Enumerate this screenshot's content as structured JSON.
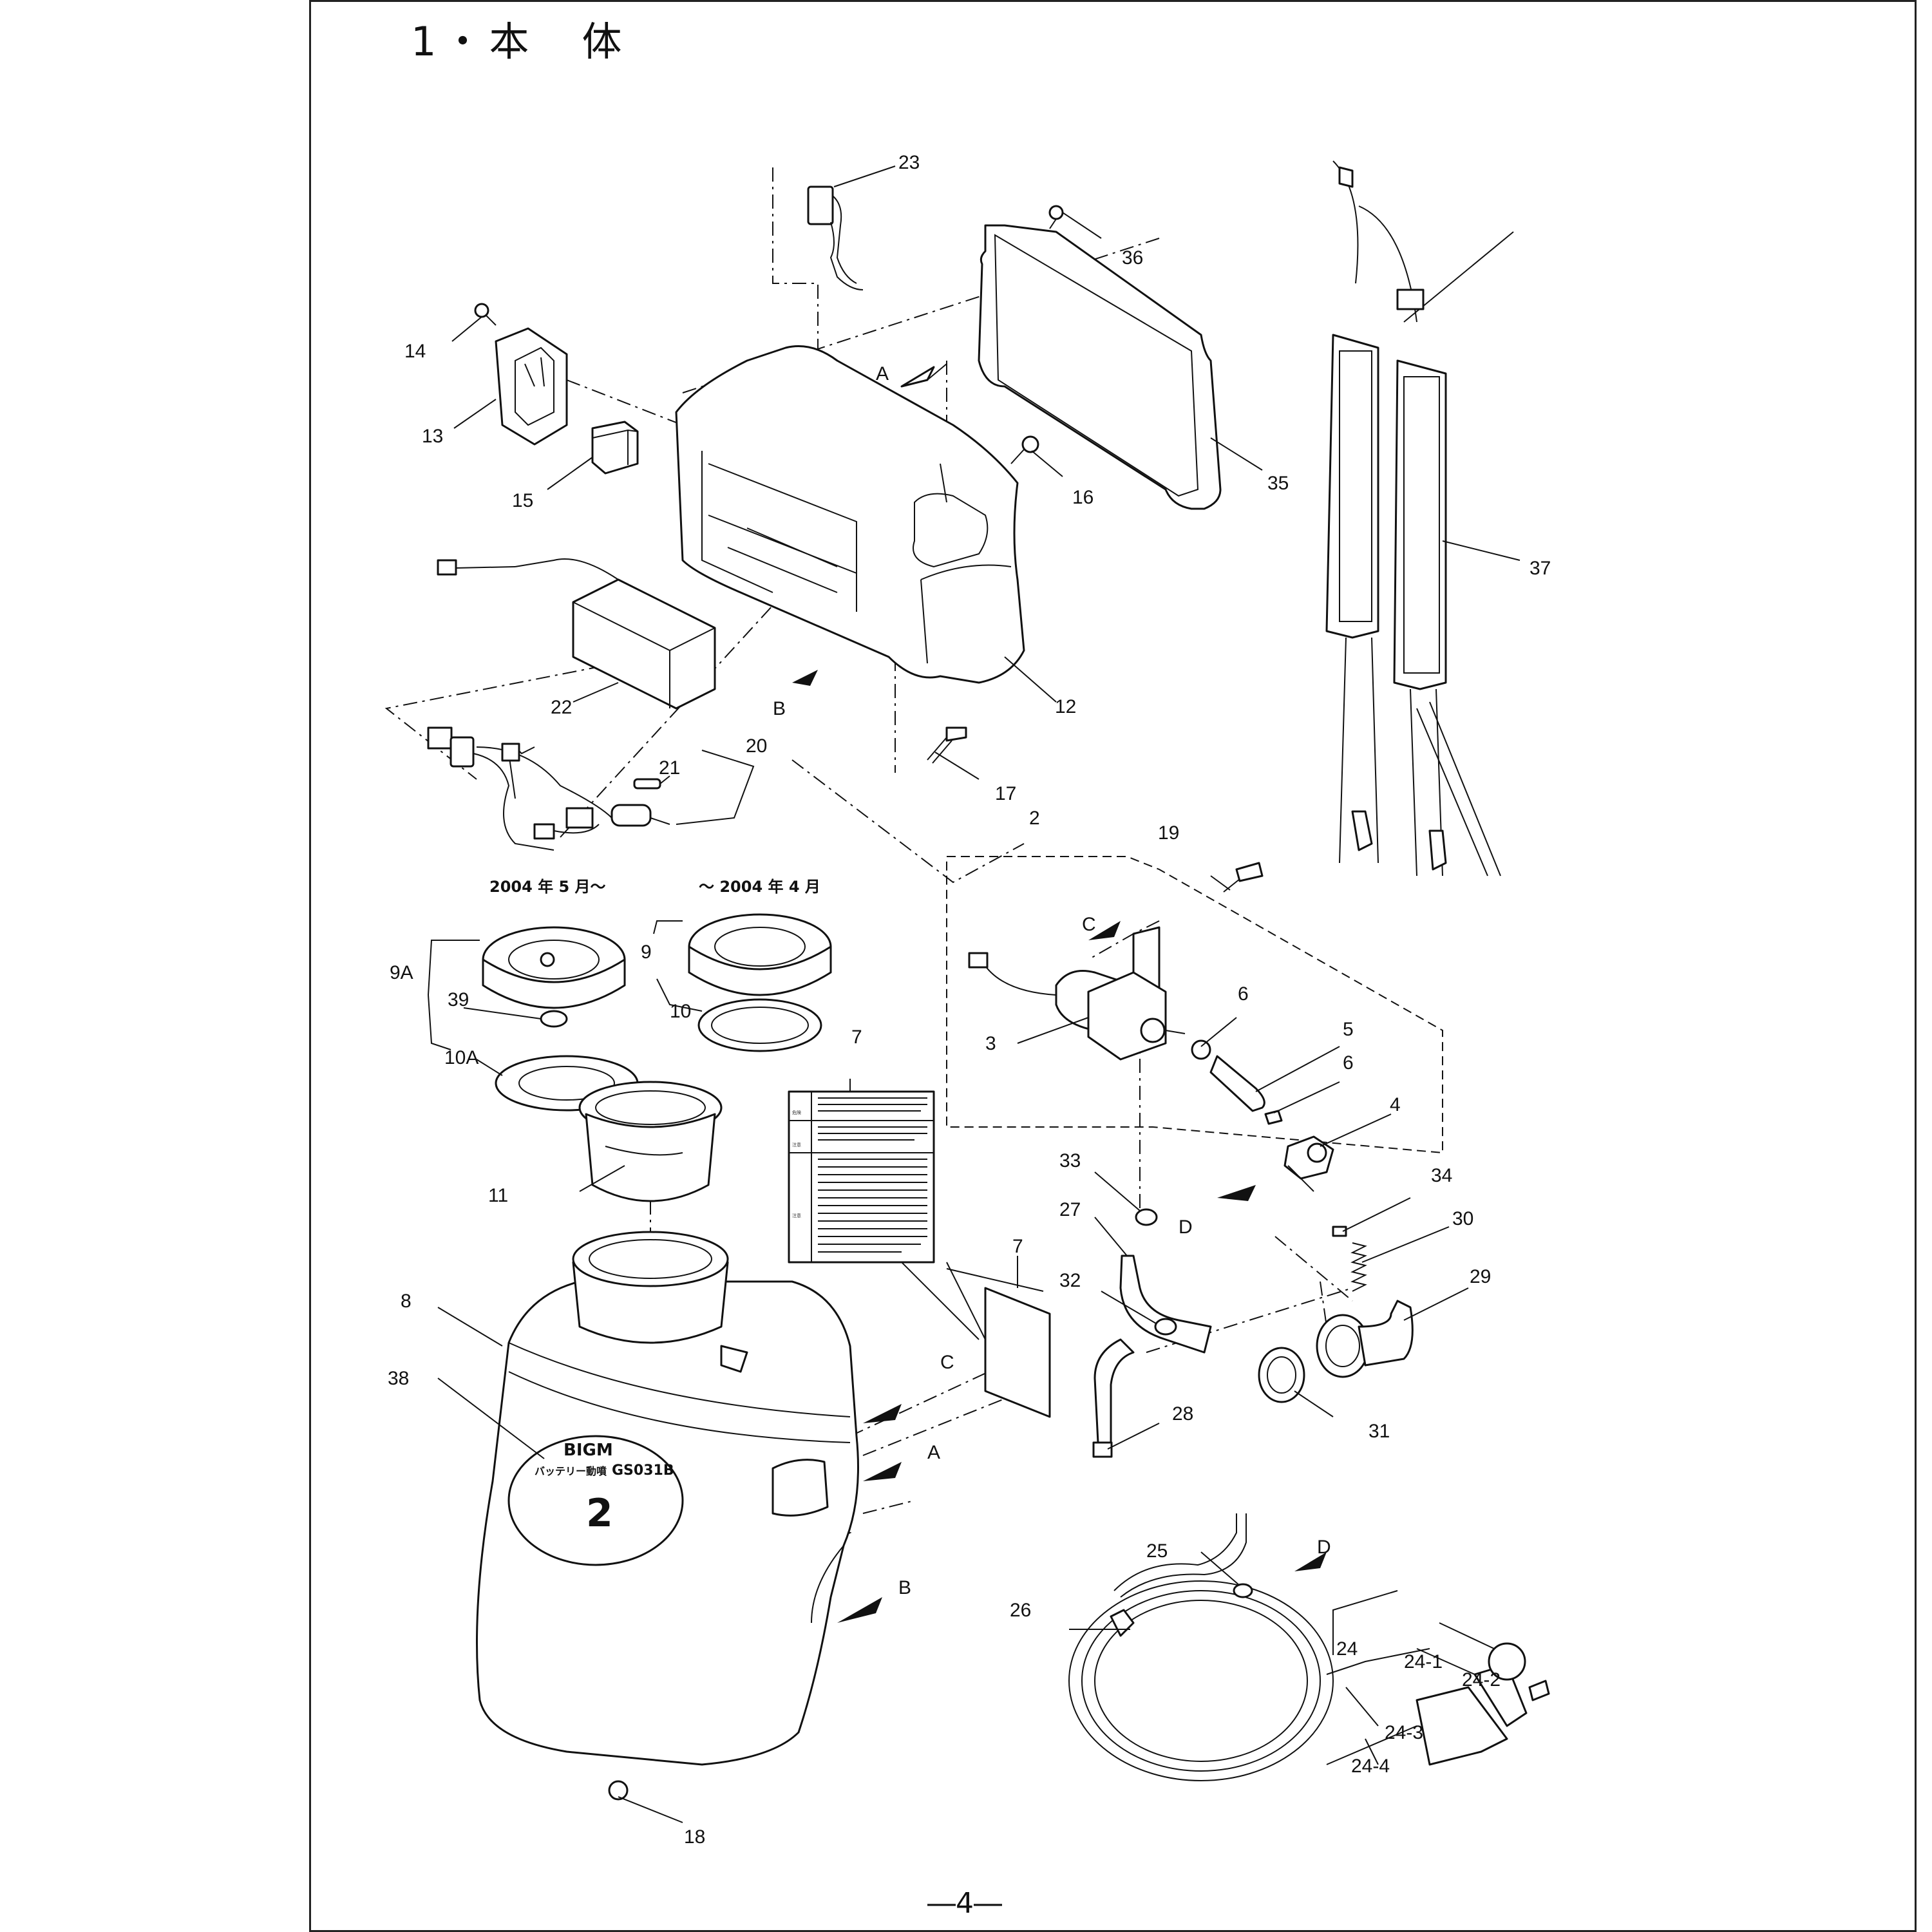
{
  "title": "1・本　体",
  "page_number": "―4―",
  "version_notes": {
    "new": "2004 年 5 月～",
    "old": "～ 2004 年 4 月"
  },
  "arrow_refs": [
    "A",
    "B",
    "C",
    "D"
  ],
  "warning_label": {
    "sections": [
      "危険",
      "注意",
      "注意"
    ]
  },
  "tank_logo": {
    "brand": "BIGM",
    "product_type": "バッテリー動噴",
    "model": "GS031B",
    "capacity_number": "2"
  },
  "part_numbers": [
    "2",
    "3",
    "4",
    "5",
    "6",
    "6",
    "7",
    "7",
    "8",
    "9",
    "9A",
    "10",
    "10A",
    "11",
    "12",
    "13",
    "14",
    "15",
    "16",
    "17",
    "18",
    "19",
    "20",
    "21",
    "22",
    "23",
    "24",
    "24-1",
    "24-2",
    "24-3",
    "24-4",
    "25",
    "26",
    "27",
    "28",
    "29",
    "30",
    "31",
    "32",
    "33",
    "34",
    "35",
    "36",
    "37",
    "38",
    "39"
  ]
}
